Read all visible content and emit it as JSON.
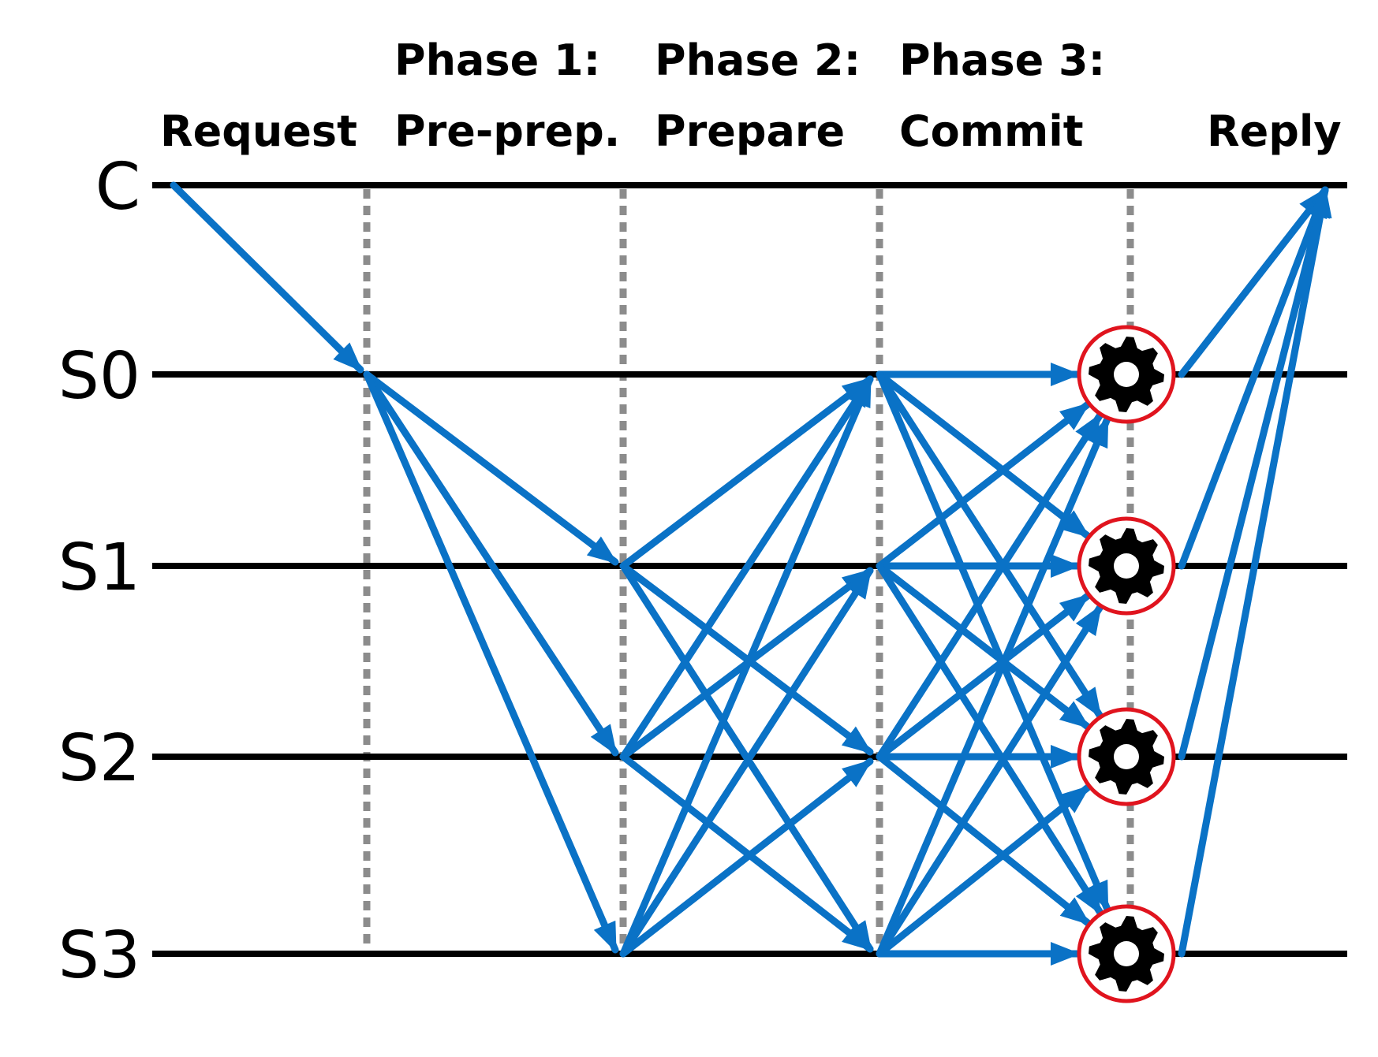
{
  "nodes": [
    "C",
    "S0",
    "S1",
    "S2",
    "S3"
  ],
  "phases": [
    {
      "line1": "",
      "line2": "Request"
    },
    {
      "line1": "Phase 1:",
      "line2": "Pre-prep."
    },
    {
      "line1": "Phase 2:",
      "line2": "Prepare"
    },
    {
      "line1": "Phase 3:",
      "line2": "Commit"
    },
    {
      "line1": "",
      "line2": "Reply"
    }
  ],
  "execute_icon": "gear-icon",
  "colors": {
    "arrow": "#0a72c6",
    "timeline": "#000000",
    "divider": "#8c8c8c",
    "execute_ring": "#e0141e",
    "gear": "#000000"
  },
  "messages": {
    "request": [
      [
        "C",
        "S0"
      ]
    ],
    "pre_prepare": [
      [
        "S0",
        "S1"
      ],
      [
        "S0",
        "S2"
      ],
      [
        "S0",
        "S3"
      ]
    ],
    "prepare": [
      [
        "S1",
        "S0"
      ],
      [
        "S1",
        "S2"
      ],
      [
        "S1",
        "S3"
      ],
      [
        "S2",
        "S0"
      ],
      [
        "S2",
        "S1"
      ],
      [
        "S2",
        "S3"
      ],
      [
        "S3",
        "S0"
      ],
      [
        "S3",
        "S1"
      ],
      [
        "S3",
        "S2"
      ]
    ],
    "commit": [
      [
        "S0",
        "S0"
      ],
      [
        "S0",
        "S1"
      ],
      [
        "S0",
        "S2"
      ],
      [
        "S0",
        "S3"
      ],
      [
        "S1",
        "S0"
      ],
      [
        "S1",
        "S1"
      ],
      [
        "S1",
        "S2"
      ],
      [
        "S1",
        "S3"
      ],
      [
        "S2",
        "S0"
      ],
      [
        "S2",
        "S1"
      ],
      [
        "S2",
        "S2"
      ],
      [
        "S2",
        "S3"
      ],
      [
        "S3",
        "S0"
      ],
      [
        "S3",
        "S1"
      ],
      [
        "S3",
        "S2"
      ],
      [
        "S3",
        "S3"
      ]
    ],
    "reply": [
      [
        "S0",
        "C"
      ],
      [
        "S1",
        "C"
      ],
      [
        "S2",
        "C"
      ],
      [
        "S3",
        "C"
      ]
    ]
  }
}
